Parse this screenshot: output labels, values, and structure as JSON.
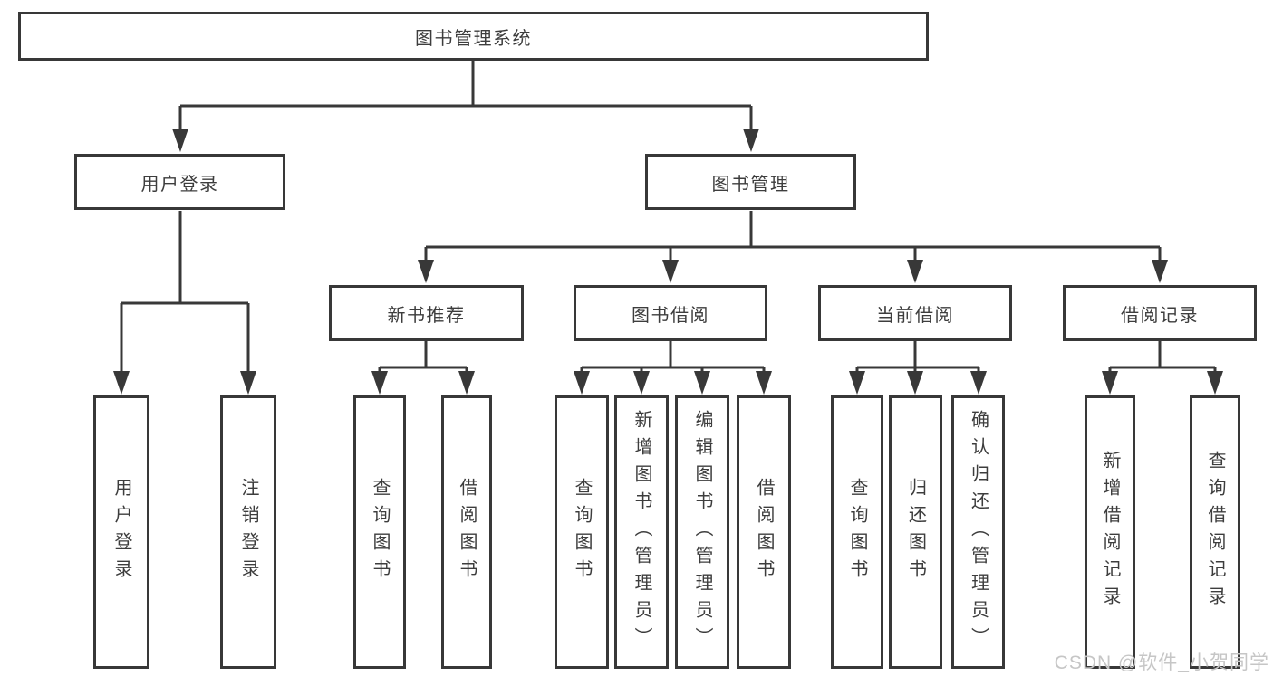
{
  "diagram_title": "图书管理系统",
  "tree": {
    "label": "图书管理系统",
    "children": [
      {
        "label": "用户登录",
        "children": [
          {
            "label": "用户登录"
          },
          {
            "label": "注销登录"
          }
        ]
      },
      {
        "label": "图书管理",
        "children": [
          {
            "label": "新书推荐",
            "children": [
              {
                "label": "查询图书"
              },
              {
                "label": "借阅图书"
              }
            ]
          },
          {
            "label": "图书借阅",
            "children": [
              {
                "label": "查询图书"
              },
              {
                "label": "新增图书（管理员）"
              },
              {
                "label": "编辑图书（管理员）"
              },
              {
                "label": "借阅图书"
              }
            ]
          },
          {
            "label": "当前借阅",
            "children": [
              {
                "label": "查询图书"
              },
              {
                "label": "归还图书"
              },
              {
                "label": "确认归还（管理员）"
              }
            ]
          },
          {
            "label": "借阅记录",
            "children": [
              {
                "label": "新增借阅记录"
              },
              {
                "label": "查询借阅记录"
              }
            ]
          }
        ]
      }
    ]
  },
  "watermark": "CSDN @软件_小贺同学",
  "colors": {
    "line": "#383838",
    "box_border": "#383838",
    "text": "#3d3d3d",
    "watermark": "#c6c6c6",
    "background": "#ffffff"
  }
}
